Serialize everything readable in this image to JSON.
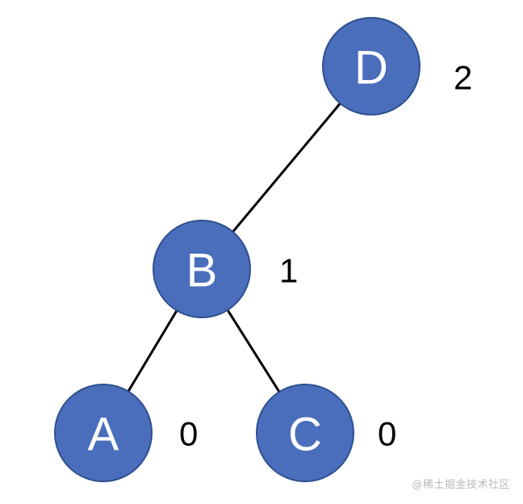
{
  "tree": {
    "edges": [
      {
        "from": "D",
        "to": "B"
      },
      {
        "from": "B",
        "to": "A"
      },
      {
        "from": "B",
        "to": "C"
      }
    ],
    "nodes": [
      {
        "id": "D",
        "label": "D",
        "height": "2"
      },
      {
        "id": "B",
        "label": "B",
        "height": "1"
      },
      {
        "id": "A",
        "label": "A",
        "height": "0"
      },
      {
        "id": "C",
        "label": "C",
        "height": "0"
      }
    ]
  },
  "colors": {
    "node_fill": "#4a6ebc",
    "node_stroke": "#2f4f8f",
    "node_text": "#ffffff",
    "edge": "#000000",
    "label_text": "#000000"
  },
  "watermark": "@稀土掘金技术社区"
}
